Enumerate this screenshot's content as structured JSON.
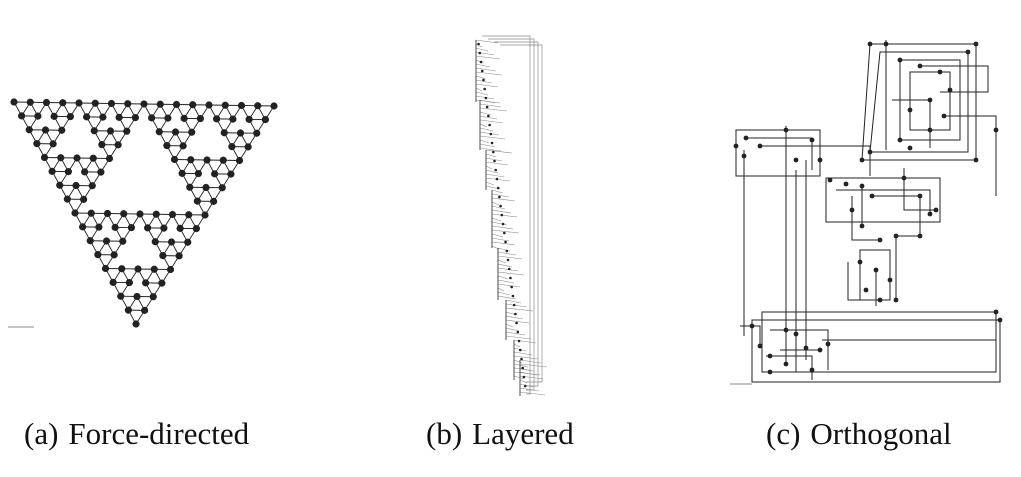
{
  "panels": [
    {
      "label": "(a)",
      "caption": "Force-directed"
    },
    {
      "label": "(b)",
      "caption": "Layered"
    },
    {
      "label": "(c)",
      "caption": "Orthogonal"
    }
  ],
  "colors": {
    "ink": "#222222",
    "light": "#8a8a8a"
  }
}
